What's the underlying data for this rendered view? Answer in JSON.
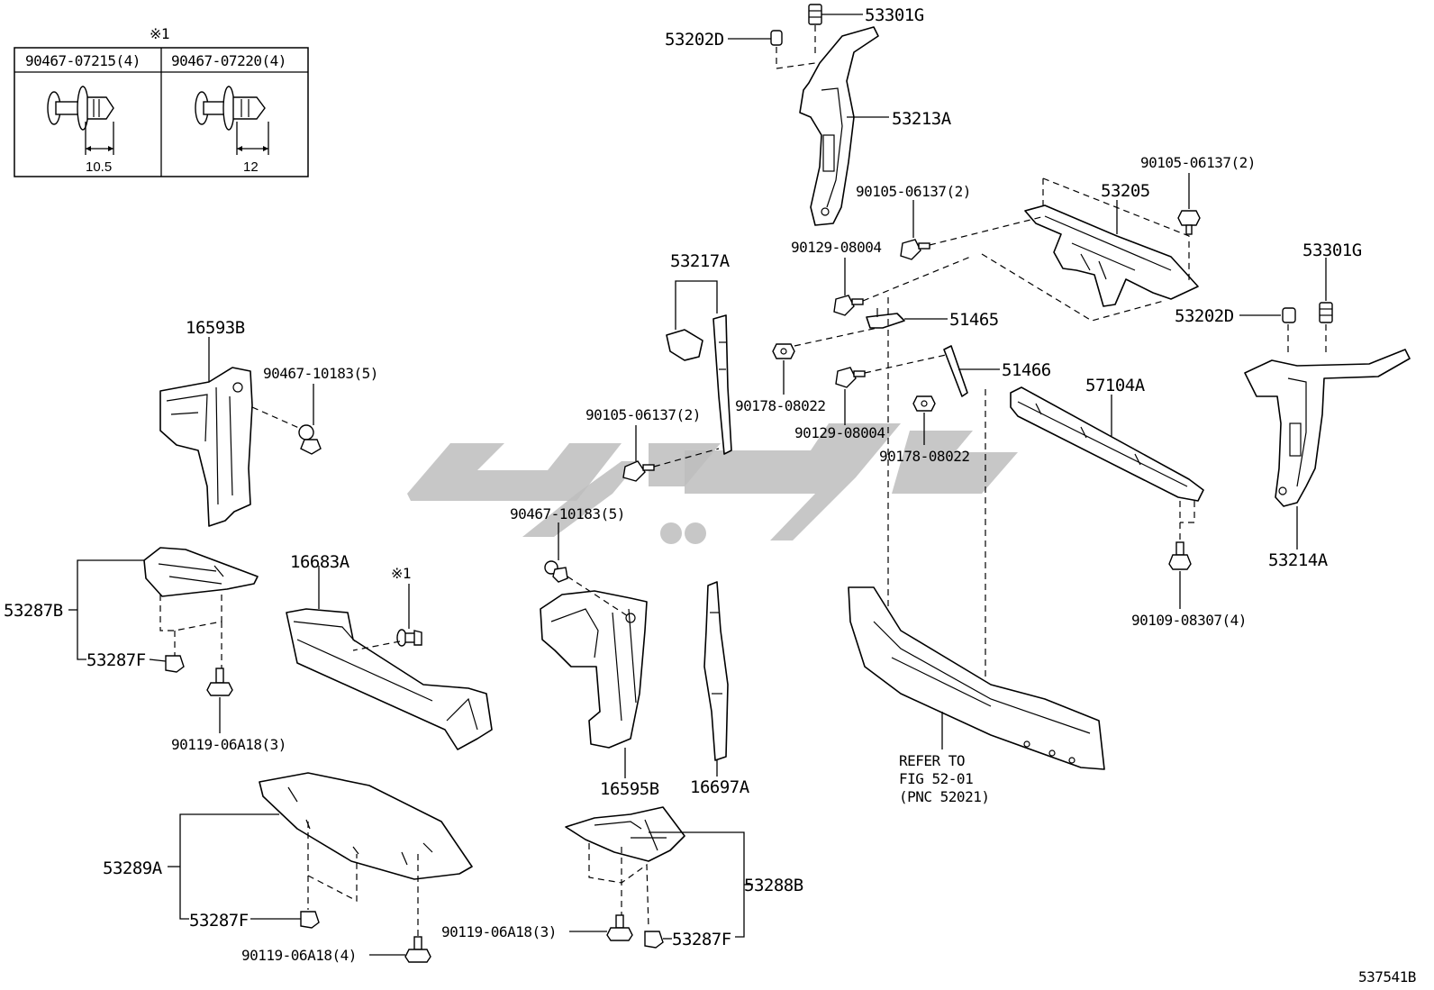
{
  "table": {
    "note": "※1",
    "col1": "90467-07215(4)",
    "col2": "90467-07220(4)",
    "dim1": "10.5",
    "dim2": "12"
  },
  "labels": {
    "p53301G_top": "53301G",
    "p53202D_top": "53202D",
    "p53213A": "53213A",
    "p90105_right": "90105-06137(2)",
    "p53205": "53205",
    "p90105_mid": "90105-06137(2)",
    "p90129_top": "90129-08004",
    "p53217A": "53217A",
    "p53301G_right": "53301G",
    "p53202D_right": "53202D",
    "p51465": "51465",
    "p16593B": "16593B",
    "p90467_left": "90467-10183(5)",
    "p51466": "51466",
    "p90178_left": "90178-08022",
    "p57104A": "57104A",
    "p90105_lower": "90105-06137(2)",
    "p90129_lower": "90129-08004",
    "p90178_lower": "90178-08022",
    "p90467_mid": "90467-10183(5)",
    "p53214A": "53214A",
    "p53287B": "53287B",
    "p16683A": "16683A",
    "p_note1": "※1",
    "p53287F_left": "53287F",
    "p90109": "90109-08307(4)",
    "p90119_left": "90119-06A18(3)",
    "p16595B": "16595B",
    "p16697A": "16697A",
    "refer1": "REFER TO",
    "refer2": "FIG 52-01",
    "refer3": "(PNC 52021)",
    "p53289A": "53289A",
    "p53288B": "53288B",
    "p53287F_bl": "53287F",
    "p90119_mid": "90119-06A18(3)",
    "p53287F_br": "53287F",
    "p90119_bottom": "90119-06A18(4)",
    "ref_code": "537541B"
  }
}
